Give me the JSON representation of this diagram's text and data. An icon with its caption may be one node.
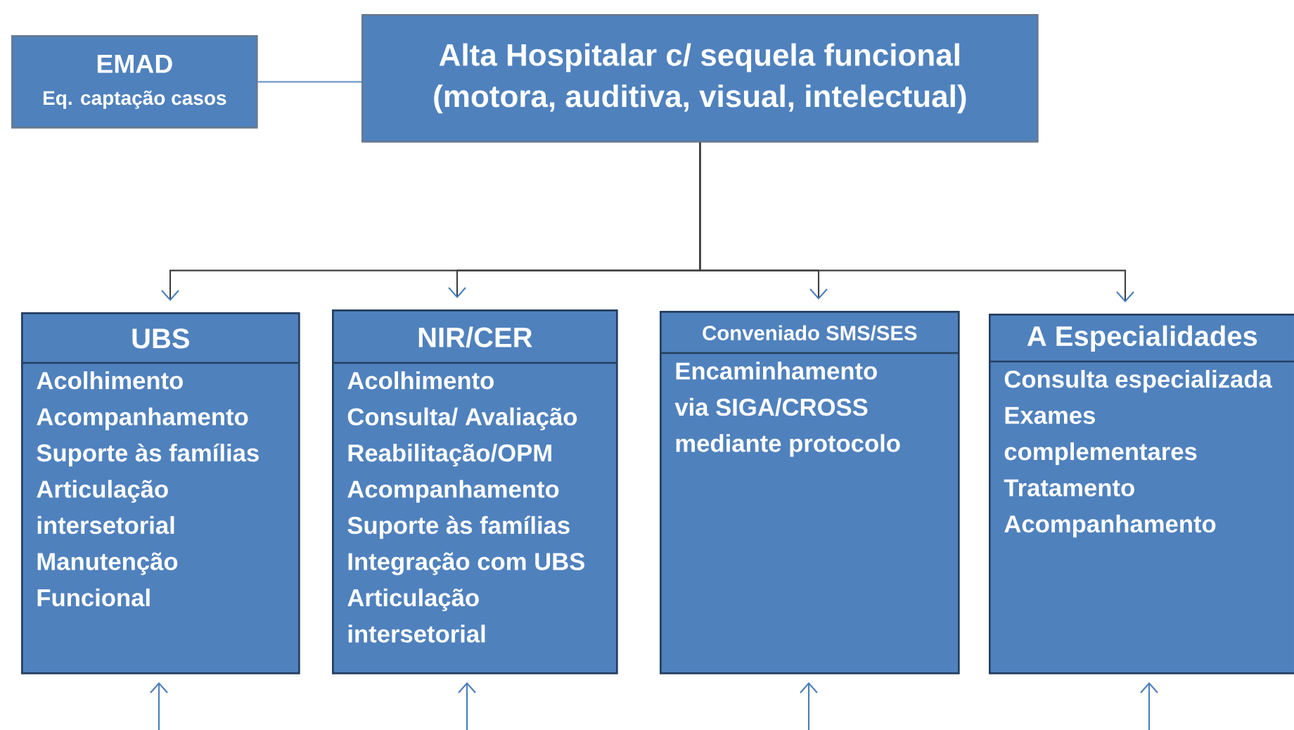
{
  "diagram": {
    "nodes": [
      {
        "text": [
          "EMAD",
          "Eq. captação casos"
        ]
      },
      {
        "text": [
          "Alta Hospitalar c/ sequela funcional (motora, auditiva, visual, intelectual)"
        ]
      },
      {
        "text": [
          "UBS",
          "Acolhimento",
          "Acompanhamento",
          "Suporte às famílias",
          "Articulação intersetorial",
          "Manutenção Funcional"
        ]
      },
      {
        "text": [
          "NIR/CER",
          "Acolhimento",
          "Consulta/ Avaliação",
          "Reabilitação/OPM",
          "Acompanhamento",
          "Suporte às famílias",
          "Integração com UBS",
          "Articulação intersetorial"
        ]
      },
      {
        "text": [
          "Conveniado SMS/SES",
          "Encaminhamento via SIGA/CROSS mediante protocolo"
        ]
      },
      {
        "text": [
          "A Especialidades",
          "Consulta especializada",
          "Exames complementares",
          "Tratamento",
          "Acompanhamento"
        ]
      }
    ],
    "edges": [
      {
        "from": 0,
        "to": 1,
        "arrow": "none",
        "color": "#6e98c9"
      },
      {
        "from": 1,
        "to": 2,
        "arrow": "to"
      },
      {
        "from": 1,
        "to": 3,
        "arrow": "to"
      },
      {
        "from": 1,
        "to": 4,
        "arrow": "to"
      },
      {
        "from": 1,
        "to": 5,
        "arrow": "to"
      },
      {
        "from": null,
        "to": 2,
        "arrow": "to",
        "color": "#4a7ebb"
      },
      {
        "from": null,
        "to": 3,
        "arrow": "to",
        "color": "#4a7ebb"
      },
      {
        "from": null,
        "to": 4,
        "arrow": "to",
        "color": "#4a7ebb"
      },
      {
        "from": null,
        "to": 5,
        "arrow": "to",
        "color": "#4a7ebb"
      }
    ]
  }
}
